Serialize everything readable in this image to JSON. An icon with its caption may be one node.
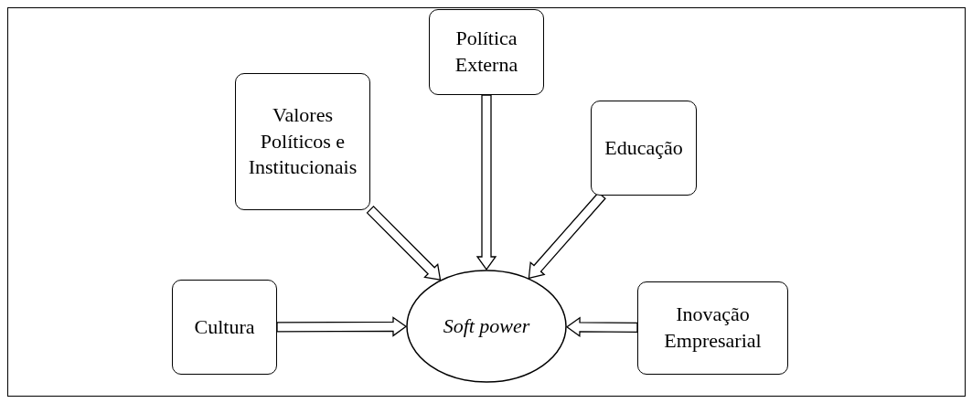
{
  "diagram": {
    "nodes": [
      {
        "text": [
          "Valores Políticos e Institucionais"
        ]
      },
      {
        "text": [
          "Política Externa"
        ]
      },
      {
        "text": [
          "Educação"
        ]
      },
      {
        "text": [
          "Cultura"
        ]
      },
      {
        "text": [
          "Soft power"
        ]
      },
      {
        "text": [
          "Inovação Empresarial"
        ]
      }
    ],
    "edges": [
      {
        "from": 0,
        "to": 4,
        "arrow": "to"
      },
      {
        "from": 1,
        "to": 4,
        "arrow": "to"
      },
      {
        "from": 2,
        "to": 4,
        "arrow": "to"
      },
      {
        "from": 3,
        "to": 4,
        "arrow": "to"
      },
      {
        "from": 5,
        "to": 4,
        "arrow": "to"
      }
    ]
  }
}
